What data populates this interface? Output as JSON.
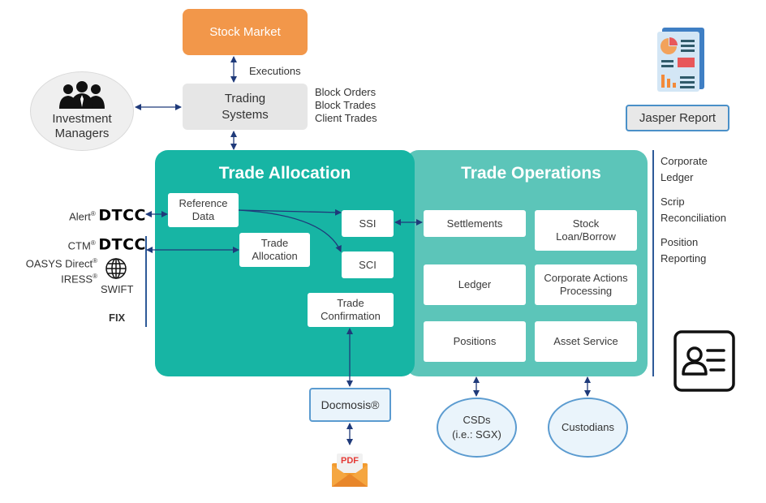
{
  "top": {
    "stock_market": "Stock Market",
    "executions": "Executions",
    "trading_systems": [
      "Trading",
      "Systems"
    ],
    "trade_types": [
      "Block Orders",
      "Block Trades",
      "Client Trades"
    ],
    "investment_managers": [
      "Investment",
      "Managers"
    ]
  },
  "jasper": {
    "label": "Jasper Report"
  },
  "external_left": {
    "alert": "Alert",
    "ctm": "CTM",
    "oasys": "OASYS Direct",
    "iress": "IRESS",
    "registered": "®",
    "dtcc": "DTCC",
    "swift": "SWIFT",
    "fix": "FIX"
  },
  "trade_allocation": {
    "title": "Trade Allocation",
    "reference_data": [
      "Reference",
      "Data"
    ],
    "trade_allocation_box": [
      "Trade",
      "Allocation"
    ],
    "ssi": "SSI",
    "sci": "SCI",
    "trade_confirmation": [
      "Trade",
      "Confirmation"
    ]
  },
  "trade_operations": {
    "title": "Trade Operations",
    "settlements": "Settlements",
    "stock_loan": [
      "Stock",
      "Loan/Borrow"
    ],
    "ledger": "Ledger",
    "corporate_actions": [
      "Corporate Actions",
      "Processing"
    ],
    "positions": "Positions",
    "asset_service": "Asset Service"
  },
  "right_list": [
    [
      "Corporate",
      "Ledger"
    ],
    [
      "Scrip",
      "Reconciliation"
    ],
    [
      "Position",
      "Reporting"
    ]
  ],
  "bottom": {
    "docmosis": "Docmosis®",
    "pdf": "PDF",
    "csds": [
      "CSDs",
      "(i.e.: SGX)"
    ],
    "custodians": "Custodians"
  },
  "colors": {
    "stock_market": "#f2974a",
    "trade_allocation_panel": "#17b5a4",
    "trade_operations_panel": "#5cc5b9",
    "arrow": "#1f3a7a",
    "outline_blue": "#5b9bd0"
  }
}
